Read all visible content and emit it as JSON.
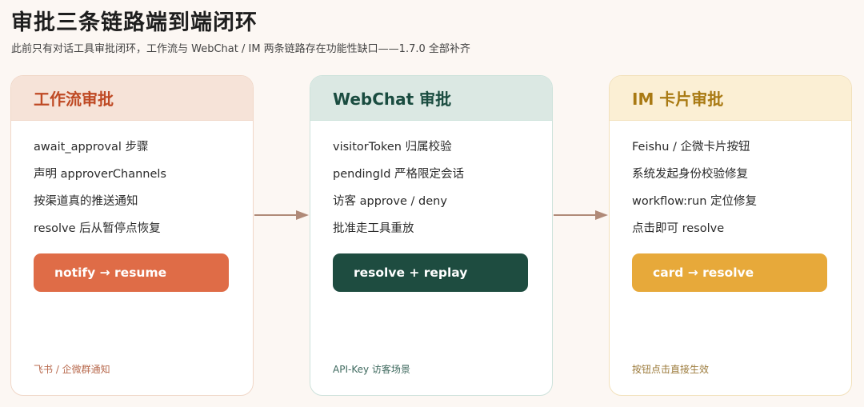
{
  "header": {
    "title": "审批三条链路端到端闭环",
    "subtitle": "此前只有对话工具审批闭环，工作流与 WebChat / IM 两条链路存在功能性缺口——1.7.0 全部补齐"
  },
  "cards": [
    {
      "title": "工作流审批",
      "items": [
        "await_approval 步骤",
        "声明 approverChannels",
        "按渠道真的推送通知",
        "resolve 后从暂停点恢复"
      ],
      "action": "notify → resume",
      "note": "飞书 / 企微群通知",
      "colors": {
        "head_bg": "#f6e3d8",
        "head_text": "#bf4a24",
        "action_bg": "#df6c47"
      }
    },
    {
      "title": "WebChat 审批",
      "items": [
        "visitorToken 归属校验",
        "pendingId 严格限定会话",
        "访客 approve / deny",
        "批准走工具重放"
      ],
      "action": "resolve + replay",
      "note": "API-Key 访客场景",
      "colors": {
        "head_bg": "#dbe8e3",
        "head_text": "#1a4c40",
        "action_bg": "#1e4c40"
      }
    },
    {
      "title": "IM 卡片审批",
      "items": [
        "Feishu / 企微卡片按钮",
        "系统发起身份校验修复",
        "workflow:run 定位修复",
        "点击即可 resolve"
      ],
      "action": "card → resolve",
      "note": "按钮点击直接生效",
      "colors": {
        "head_bg": "#fbefd4",
        "head_text": "#a97a13",
        "action_bg": "#e7a93a"
      }
    }
  ],
  "arrow_color": "#b08a78"
}
